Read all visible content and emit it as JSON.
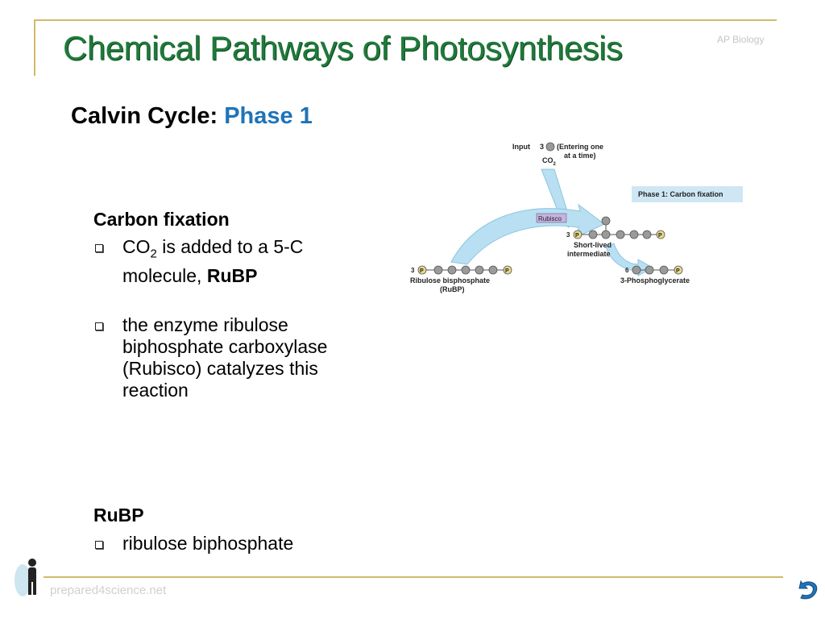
{
  "slide": {
    "title": "Chemical Pathways of Photosynthesis",
    "course": "AP Biology",
    "subtitle_prefix": "Calvin Cycle:",
    "subtitle_phase": "Phase 1",
    "footer": "prepared4science.net"
  },
  "section1": {
    "heading": "Carbon fixation",
    "bullet1": {
      "co": "CO",
      "sub": "2",
      "rest": " is added to a 5-C molecule, ",
      "bold": "RuBP"
    },
    "bullet2": "the enzyme ribulose biphosphate carboxylase (Rubisco) catalyzes this reaction"
  },
  "section2": {
    "heading": "RuBP",
    "bullet1": "ribulose biphosphate"
  },
  "diagram": {
    "input_label": "Input",
    "co2_count": "3",
    "co2_note_line1": "(Entering one",
    "co2_note_line2": "at a time)",
    "co2_label": "CO",
    "co2_sub": "2",
    "phase_box": "Phase 1: Carbon fixation",
    "enzyme": "Rubisco",
    "rubp_count": "3",
    "rubp_label_line1": "Ribulose bisphosphate",
    "rubp_label_line2": "(RuBP)",
    "intermediate_count": "3",
    "intermediate_label_line1": "Short-lived",
    "intermediate_label_line2": "intermediate",
    "pga_count": "6",
    "pga_label": "3-Phosphoglycerate",
    "phosphate": "P"
  },
  "colors": {
    "title": "#1f7a3a",
    "phase": "#1f73b8",
    "frame": "#d4b86a",
    "arrow": "#b8e0f2",
    "phase_box": "#cfe7f4"
  }
}
